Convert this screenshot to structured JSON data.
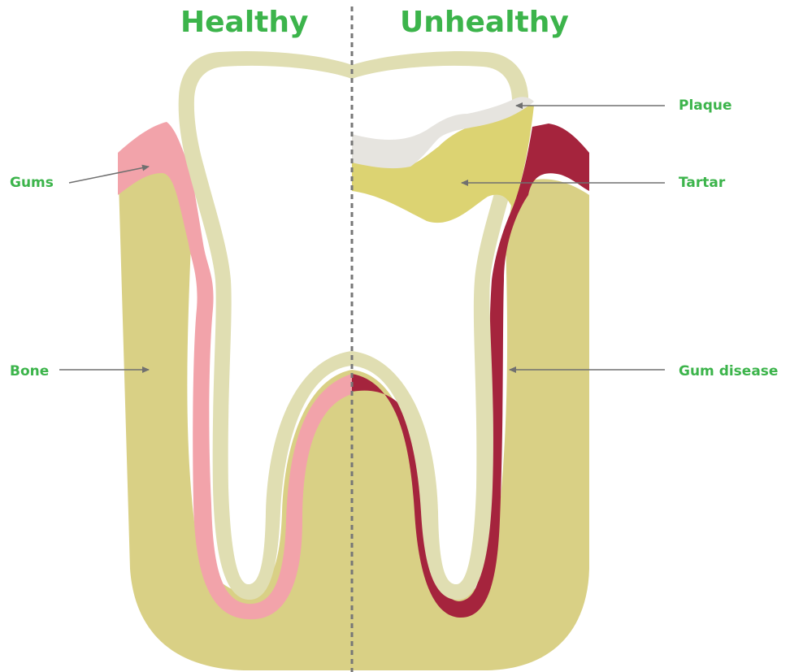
{
  "headings": {
    "healthy": "Healthy",
    "unhealthy": "Unhealthy"
  },
  "labels": {
    "gums": "Gums",
    "bone": "Bone",
    "plaque": "Plaque",
    "tartar": "Tartar",
    "gum_disease": "Gum disease"
  },
  "colors": {
    "heading_text": "#3cb44b",
    "label_text": "#3cb44b",
    "bone": "#d9d085",
    "enamel_outline": "#e0deb2",
    "tooth_interior": "#ffffff",
    "healthy_gum": "#f2a3aa",
    "diseased_gum": "#a5243d",
    "tartar": "#dcd372",
    "plaque": "#e6e4df",
    "divider": "#777777",
    "arrow": "#707070"
  },
  "icons": {
    "arrow": "arrow-pointer-icon"
  }
}
